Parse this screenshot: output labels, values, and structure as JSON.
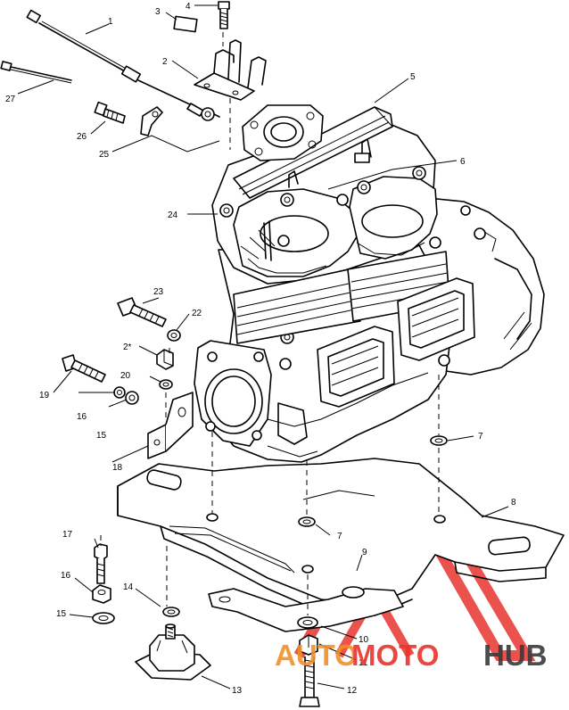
{
  "callouts": [
    {
      "id": "1",
      "label": "1"
    },
    {
      "id": "2",
      "label": "2"
    },
    {
      "id": "2star",
      "label": "2*"
    },
    {
      "id": "3",
      "label": "3"
    },
    {
      "id": "4",
      "label": "4"
    },
    {
      "id": "5",
      "label": "5"
    },
    {
      "id": "6",
      "label": "6"
    },
    {
      "id": "7a",
      "label": "7"
    },
    {
      "id": "7b",
      "label": "7"
    },
    {
      "id": "8",
      "label": "8"
    },
    {
      "id": "9",
      "label": "9"
    },
    {
      "id": "10",
      "label": "10"
    },
    {
      "id": "11",
      "label": "11"
    },
    {
      "id": "12",
      "label": "12"
    },
    {
      "id": "13",
      "label": "13"
    },
    {
      "id": "14",
      "label": "14"
    },
    {
      "id": "15a",
      "label": "15"
    },
    {
      "id": "15b",
      "label": "15"
    },
    {
      "id": "16a",
      "label": "16"
    },
    {
      "id": "16b",
      "label": "16"
    },
    {
      "id": "17",
      "label": "17"
    },
    {
      "id": "18",
      "label": "18"
    },
    {
      "id": "19",
      "label": "19"
    },
    {
      "id": "20",
      "label": "20"
    },
    {
      "id": "22",
      "label": "22"
    },
    {
      "id": "23",
      "label": "23"
    },
    {
      "id": "24",
      "label": "24"
    },
    {
      "id": "25",
      "label": "25"
    },
    {
      "id": "26",
      "label": "26"
    },
    {
      "id": "27",
      "label": "27"
    }
  ],
  "watermark": {
    "part1": "AUTO",
    "part2": "MOTO",
    "part3": "HUB",
    "color_primary": "#f0902a",
    "color_secondary": "#e8342e",
    "color_dark": "#3a3a3a"
  }
}
